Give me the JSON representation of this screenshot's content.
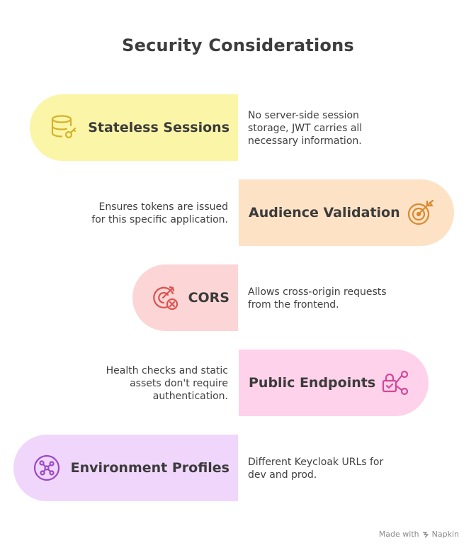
{
  "title": "Security Considerations",
  "items": [
    {
      "label": "Stateless Sessions",
      "description": "No server-side session\nstorage, JWT carries all\nnecessary information.",
      "icon": "database-key-icon",
      "color": "#fbf5a8",
      "icon_color": "#d4b22a"
    },
    {
      "label": "Audience Validation",
      "description": "Ensures tokens are issued\nfor this specific application.",
      "icon": "target-arrow-icon",
      "color": "#fde2c6",
      "icon_color": "#d98a2e"
    },
    {
      "label": "CORS",
      "description": "Allows cross-origin requests\nfrom the frontend.",
      "icon": "target-blocked-icon",
      "color": "#fcd6d6",
      "icon_color": "#d9534f"
    },
    {
      "label": "Public Endpoints",
      "description": "Health checks and static\nassets don't require\nauthentication.",
      "icon": "lock-share-icon",
      "color": "#fdd2ea",
      "icon_color": "#d1489a"
    },
    {
      "label": "Environment Profiles",
      "description": "Different Keycloak URLs for\ndev and prod.",
      "icon": "network-settings-icon",
      "color": "#f0d6fb",
      "icon_color": "#9a48c4"
    }
  ],
  "footer": {
    "made_with": "Made with",
    "brand": "Napkin"
  }
}
